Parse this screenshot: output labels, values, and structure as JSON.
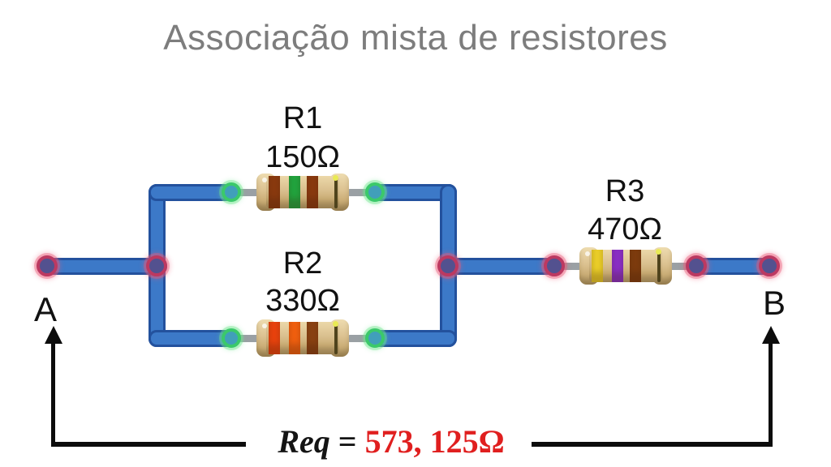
{
  "title": "Associação mista de resistores",
  "terminals": {
    "left": "A",
    "right": "B"
  },
  "resistors": [
    {
      "name": "R1",
      "value": "150Ω",
      "bands": [
        "#8a3a0f",
        "#21a53e",
        "#8a3a0f"
      ]
    },
    {
      "name": "R2",
      "value": "330Ω",
      "bands": [
        "#ea430d",
        "#f2600f",
        "#8a4212"
      ],
      "bands_fix": [
        "#ea430d",
        "#f2600f",
        "#8a4212"
      ]
    },
    {
      "name": "R3",
      "value": "470Ω",
      "bands": [
        "#ecd029",
        "#8b2fc7",
        "#7e3c0e"
      ]
    }
  ],
  "equation": {
    "label": "Req",
    "equals": " = ",
    "value": "573, 125Ω"
  },
  "colors": {
    "title_gray": "#7d7d7d",
    "wire_fill": "#3c79c8",
    "wire_border": "#23519d",
    "lead_gray": "#9aa0a4",
    "resistor_body": "#d9bf8e",
    "node_ring_red": "#bc3961",
    "node_fill_purple": "#53518f",
    "connector_ring_green": "#3bc96a",
    "connector_fill_teal": "#419fba",
    "equation_value_red": "#e01f1f",
    "bracket_black": "#0c0c0c"
  }
}
